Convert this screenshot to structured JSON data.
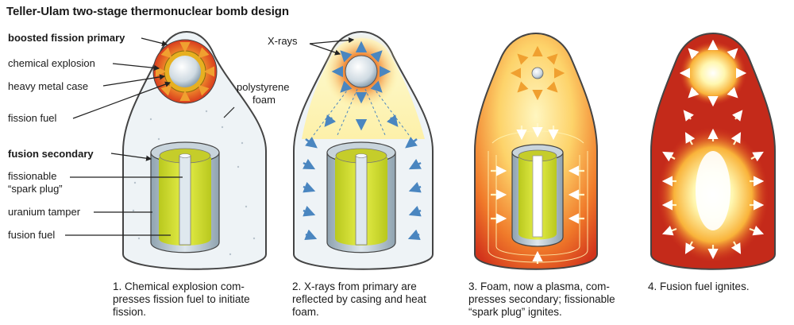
{
  "title": "Teller-Ulam two-stage thermonuclear bomb design",
  "labels": {
    "boosted_fission_primary": "boosted fission primary",
    "chemical_explosion": "chemical explosion",
    "heavy_metal_case": "heavy metal case",
    "fission_fuel": "fission fuel",
    "fusion_secondary": "fusion secondary",
    "fissionable_line1": "fissionable",
    "fissionable_line2": "“spark plug”",
    "uranium_tamper": "uranium tamper",
    "fusion_fuel": "fusion fuel",
    "polystyrene_line1": "polystyrene",
    "polystyrene_line2": "foam",
    "x_rays": "X-rays"
  },
  "captions": [
    {
      "line1": "1. Chemical explosion com-",
      "line2": "presses fission fuel to initiate",
      "line3": "fission."
    },
    {
      "line1": "2. X-rays from primary are",
      "line2": "reflected by casing and heat",
      "line3": "foam."
    },
    {
      "line1": "3. Foam, now a plasma, com-",
      "line2": "presses secondary; fissionable",
      "line3": "“spark plug” ignites."
    },
    {
      "line1": "4. Fusion fuel ignites.",
      "line2": "",
      "line3": ""
    }
  ],
  "colors": {
    "casing_stroke": "#444444",
    "foam": "#eef3f6",
    "fuel_yellow": "#d4e22a",
    "tamper_gray": "#b9c8d2",
    "xray_blue": "#4a86c0",
    "fire_red": "#d83a1e",
    "fire_orange": "#f39a2c",
    "hot_yellow": "#fff3a0"
  }
}
